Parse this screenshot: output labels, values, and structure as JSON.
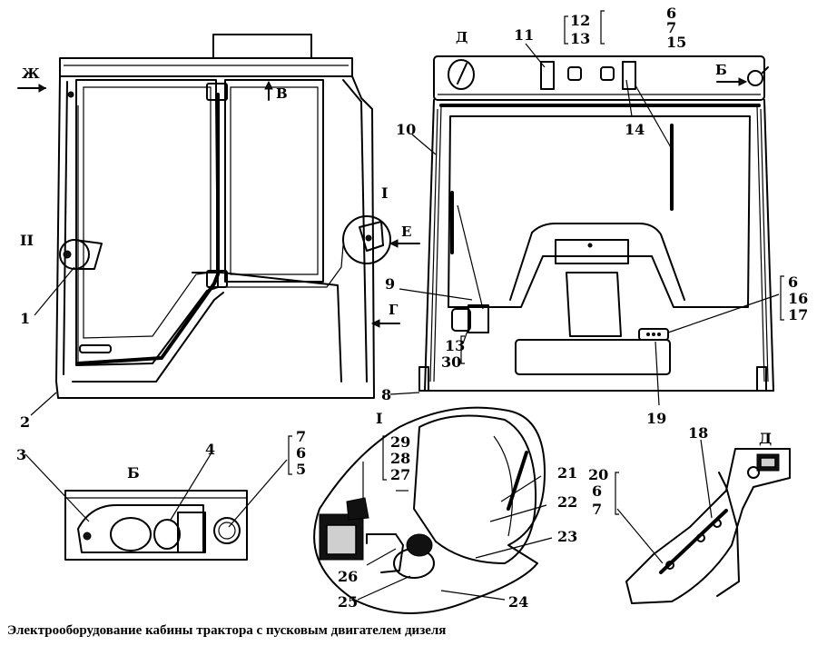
{
  "caption": "Электрооборудование кабины трактора с пусковым двигателем дизеля",
  "labels": {
    "zh": "Ж",
    "v": "В",
    "e": "Е",
    "g": "Г",
    "d_top": "Д",
    "b_top": "Б",
    "b_detail": "Б",
    "d_detail": "Д",
    "view_I_left": "I",
    "view_I_detail": "I",
    "view_II": "II",
    "n1": "1",
    "n2": "2",
    "n3": "3",
    "n4": "4",
    "n5": "5",
    "n6a": "6",
    "n7a": "7",
    "n6b": "6",
    "n7b": "7",
    "n6c": "6",
    "n6d": "6",
    "n7d": "7",
    "n8": "8",
    "n9": "9",
    "n10": "10",
    "n11": "11",
    "n12": "12",
    "n13a": "13",
    "n13b": "13",
    "n14": "14",
    "n15": "15",
    "n16": "16",
    "n17": "17",
    "n18": "18",
    "n19": "19",
    "n20": "20",
    "n21": "21",
    "n22": "22",
    "n23": "23",
    "n24": "24",
    "n25": "25",
    "n26": "26",
    "n27": "27",
    "n28": "28",
    "n29": "29",
    "n30": "30"
  },
  "colors": {
    "ink": "#000000",
    "paper": "#ffffff",
    "shade": "#cfcfcf"
  }
}
